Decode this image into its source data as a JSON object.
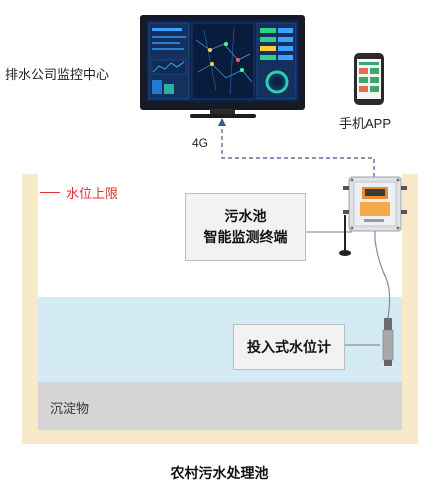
{
  "monitoring_center": {
    "label": "排水公司监控中心"
  },
  "mobile_app": {
    "label": "手机APP"
  },
  "network": {
    "label": "4G"
  },
  "water_limit": {
    "label": "水位上限",
    "color": "#e03030"
  },
  "terminal": {
    "line1": "污水池",
    "line2": "智能监测终端"
  },
  "level_gauge": {
    "label": "投入式水位计"
  },
  "sediment": {
    "label": "沉淀物"
  },
  "title": "农村污水处理池",
  "colors": {
    "tank_wall": "#f8e9c9",
    "water": "#d4ebf5",
    "sediment": "#d6d6d6",
    "link_dashed": "#3a5a8a",
    "cable": "#8a8a8a"
  }
}
